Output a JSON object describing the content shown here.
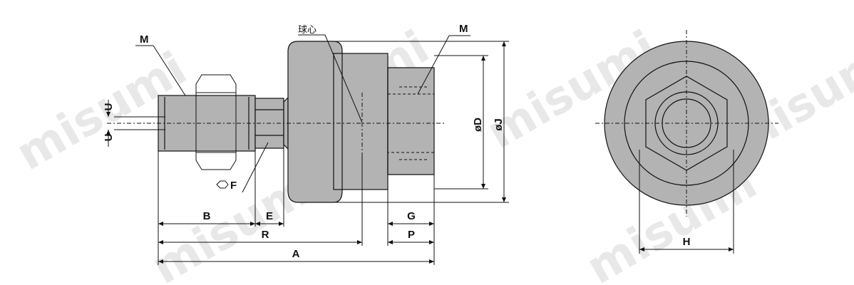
{
  "watermark": "misumi",
  "labels": {
    "m_left": "M",
    "m_right": "M",
    "sphere_center": "球心",
    "u_top": "U",
    "u_bottom": "U",
    "hex_f": "F",
    "phi_d": "øD",
    "phi_j": "øJ",
    "b": "B",
    "e": "E",
    "r": "R",
    "a": "A",
    "g": "G",
    "p": "P",
    "h": "H"
  },
  "colors": {
    "body_fill": "#b3b3b3",
    "line": "#111111",
    "watermark": "#e8e8e8"
  }
}
